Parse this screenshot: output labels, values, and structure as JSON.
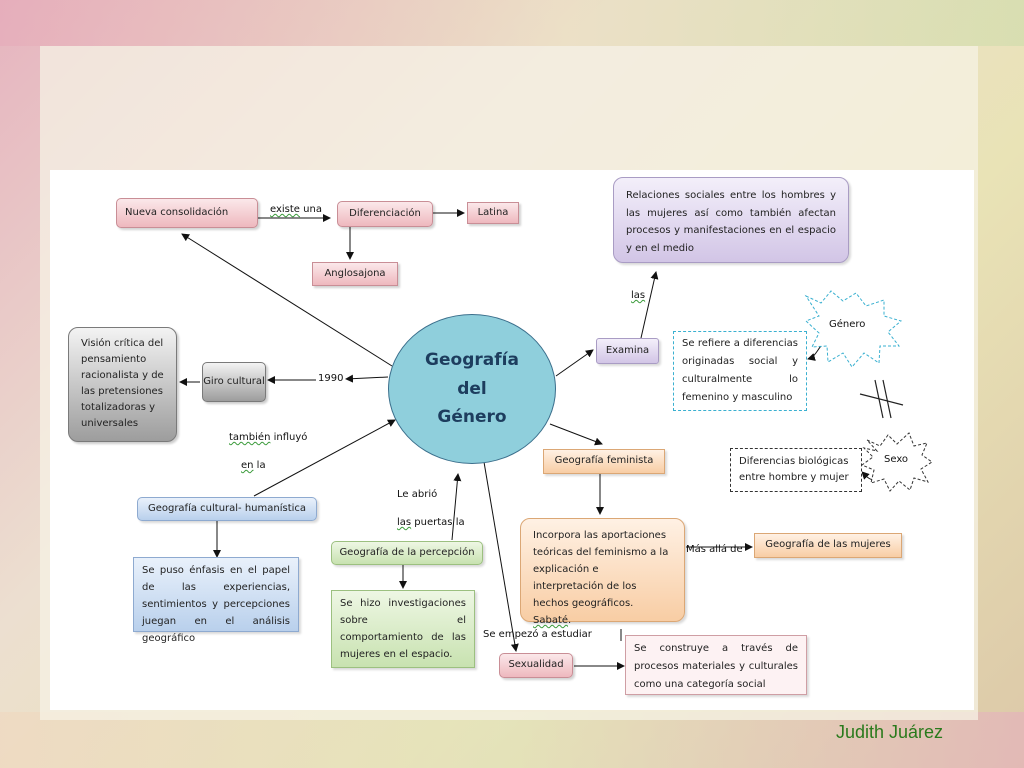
{
  "author": "Judith Juárez",
  "accent_colors": {
    "central_fill": "#8fcfdc",
    "central_text": "#1d3d5e",
    "author_text": "#2a7a1c"
  },
  "central": {
    "line1": "Geografía",
    "line2": "del",
    "line3": "Género"
  },
  "nodes": {
    "nueva_consolidacion": "Nueva consolidación",
    "diferenciacion": "Diferenciación",
    "latina": "Latina",
    "anglosajona": "Anglosajona",
    "vision_critica": "Visión crítica del pensamiento racionalista y de las pretensiones totalizadoras y universales",
    "giro_cultural": "Giro cultural",
    "geografia_cultural": "Geografía cultural- humanística",
    "enfasis": "Se puso énfasis en el papel de las experiencias, sentimientos y percepciones juegan en el análisis geográfico",
    "geografia_percepcion": "Geografía de la percepción",
    "investigaciones": "Se hizo investigaciones sobre el comportamiento de las mujeres en el espacio.",
    "sexualidad": "Sexualidad",
    "construye": "Se construye a través de procesos materiales y culturales como una categoría social",
    "relaciones": "Relaciones sociales entre los hombres y las mujeres así como también afectan procesos y manifestaciones en el espacio y en el medio",
    "examina": "Examina",
    "diferencias_culturales": "Se refiere a diferencias originadas social y culturalmente lo femenino y masculino",
    "genero_burst": "Género",
    "diferencias_biologicas": "Diferencias biológicas entre hombre y mujer",
    "sexo_burst": "Sexo",
    "geografia_feminista": "Geografía feminista",
    "incorpora": "Incorpora las aportaciones teóricas del feminismo a la explicación e interpretación de los hechos geográficos.",
    "sabate": "Sabaté",
    "geografia_mujeres": "Geografía de las mujeres"
  },
  "links": {
    "existe": "existe",
    "una": " una",
    "year_1990": "1990",
    "tambien": "también",
    "influyo": " influyó",
    "en": "en",
    "la": " la",
    "le_abrio": "Le abrió",
    "las": "las",
    "puertas_la": " puertas  la",
    "se_empezo": "Se empezó  a estudiar",
    "las_examina": "las",
    "mas_alla_de": "Más allá de"
  }
}
